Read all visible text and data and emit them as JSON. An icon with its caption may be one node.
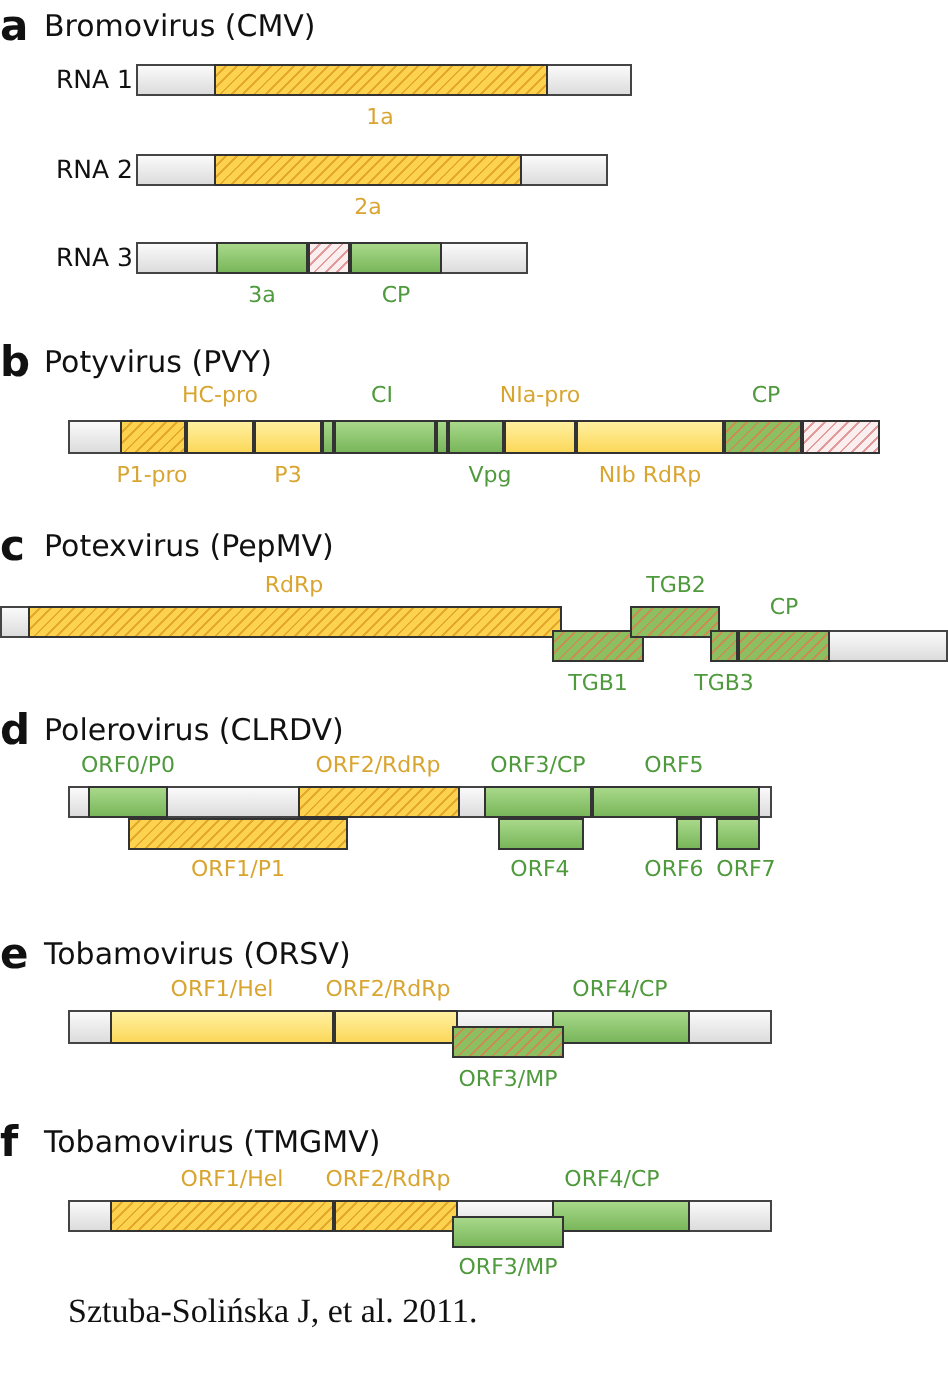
{
  "diagram": {
    "nodes": [
      {
        "text": [
          "1a"
        ]
      },
      {
        "text": [
          "2a"
        ]
      },
      {
        "text": [
          "3a"
        ]
      },
      {
        "text": [],
        "shape": "box"
      },
      {
        "text": [
          "CP"
        ]
      },
      {
        "text": [
          "P1-pro"
        ]
      },
      {
        "text": [
          "HC-pro"
        ]
      },
      {
        "text": [
          "P3"
        ]
      },
      {
        "text": [],
        "shape": "box"
      },
      {
        "text": [
          "CI"
        ]
      },
      {
        "text": [],
        "shape": "box"
      },
      {
        "text": [
          "Vpg"
        ]
      },
      {
        "text": [
          "NIa-pro"
        ]
      },
      {
        "text": [
          "NIb RdRp"
        ]
      },
      {
        "text": [
          "CP"
        ]
      },
      {
        "text": [],
        "shape": "box"
      },
      {
        "text": [
          "RdRp"
        ]
      },
      {
        "text": [
          "TGB1"
        ]
      },
      {
        "text": [
          "TGB2"
        ]
      },
      {
        "text": [
          "TGB3"
        ]
      },
      {
        "text": [
          "CP"
        ]
      },
      {
        "text": [
          "ORF0/P0"
        ]
      },
      {
        "text": [
          "ORF2/RdRp"
        ]
      },
      {
        "text": [
          "ORF3/CP"
        ]
      },
      {
        "text": [
          "ORF5"
        ]
      },
      {
        "text": [
          "ORF1/P1"
        ]
      },
      {
        "text": [
          "ORF4"
        ]
      },
      {
        "text": [
          "ORF6"
        ]
      },
      {
        "text": [
          "ORF7"
        ]
      },
      {
        "text": [
          "ORF1/Hel"
        ]
      },
      {
        "text": [
          "ORF2/RdRp"
        ]
      },
      {
        "text": [
          "ORF4/CP"
        ]
      },
      {
        "text": [
          "ORF3/MP"
        ]
      },
      {
        "text": [
          "ORF1/Hel"
        ]
      },
      {
        "text": [
          "ORF2/RdRp"
        ]
      },
      {
        "text": [
          "ORF4/CP"
        ]
      },
      {
        "text": [
          "ORF3/MP"
        ]
      }
    ],
    "labels": [
      "a",
      "Bromovirus (CMV)",
      "RNA 1",
      "RNA 2",
      "RNA 3",
      "b",
      "Potyvirus (PVY)",
      "c",
      "Potexvirus (PepMV)",
      "d",
      "Polerovirus (CLRDV)",
      "e",
      "Tobamovirus (ORSV)",
      "f",
      "Tobamovirus (TMGMV)",
      "Sztuba-Solińska J, et al. 2011."
    ]
  }
}
